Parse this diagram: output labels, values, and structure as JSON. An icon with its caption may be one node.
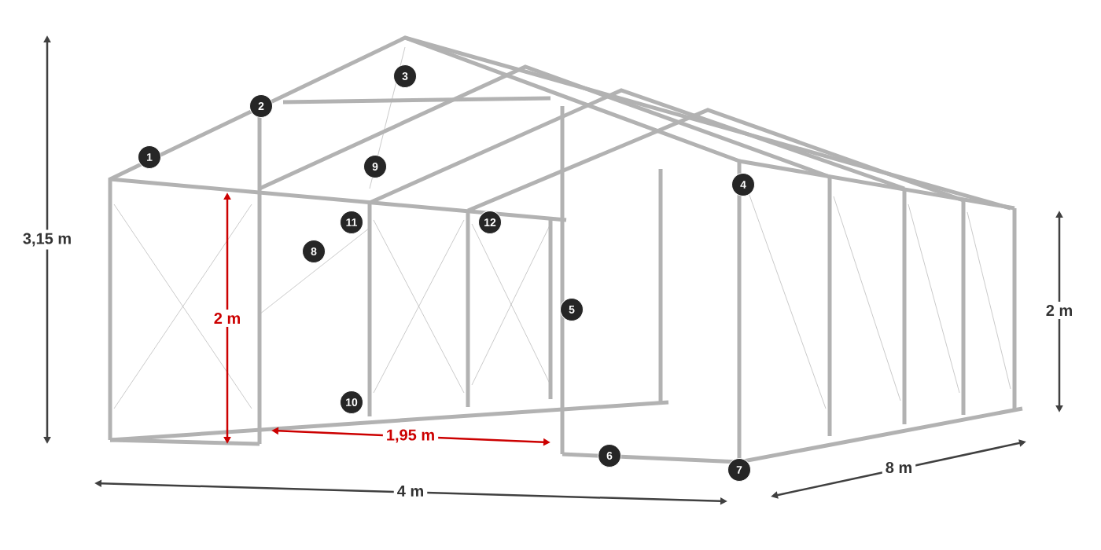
{
  "diagram": {
    "labels": [
      "3,15 m",
      "1",
      "2",
      "3",
      "9",
      "4",
      "11",
      "12",
      "8",
      "2 m",
      "2 m",
      "5",
      "10",
      "1,95 m",
      "6",
      "7",
      "4 m",
      "8 m"
    ]
  }
}
